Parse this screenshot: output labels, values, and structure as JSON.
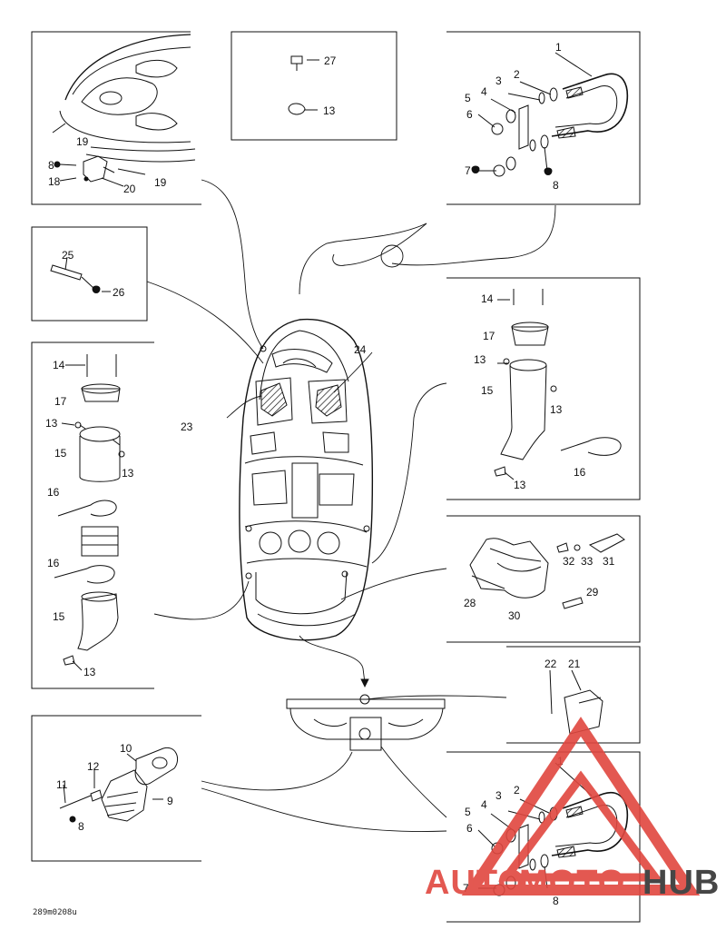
{
  "diagram_code": "289m0208u",
  "watermark": {
    "part1": "AUTO",
    "part2": "MOTO",
    "part3": "HUB",
    "color_red": "#e0473f",
    "color_dark": "#333333"
  },
  "labels": {
    "p1": "1",
    "p2": "2",
    "p3": "3",
    "p4": "4",
    "p5": "5",
    "p6": "6",
    "p7": "7",
    "p8": "8",
    "p9": "9",
    "p10": "10",
    "p11": "11",
    "p12": "12",
    "p13": "13",
    "p14": "14",
    "p15": "15",
    "p16": "16",
    "p17": "17",
    "p18": "18",
    "p19": "19",
    "p20": "20",
    "p21": "21",
    "p22": "22",
    "p23": "23",
    "p24": "24",
    "p25": "25",
    "p26": "26",
    "p27": "27",
    "p28": "28",
    "p29": "29",
    "p30": "30",
    "p31": "31",
    "p32": "32",
    "p33": "33"
  }
}
